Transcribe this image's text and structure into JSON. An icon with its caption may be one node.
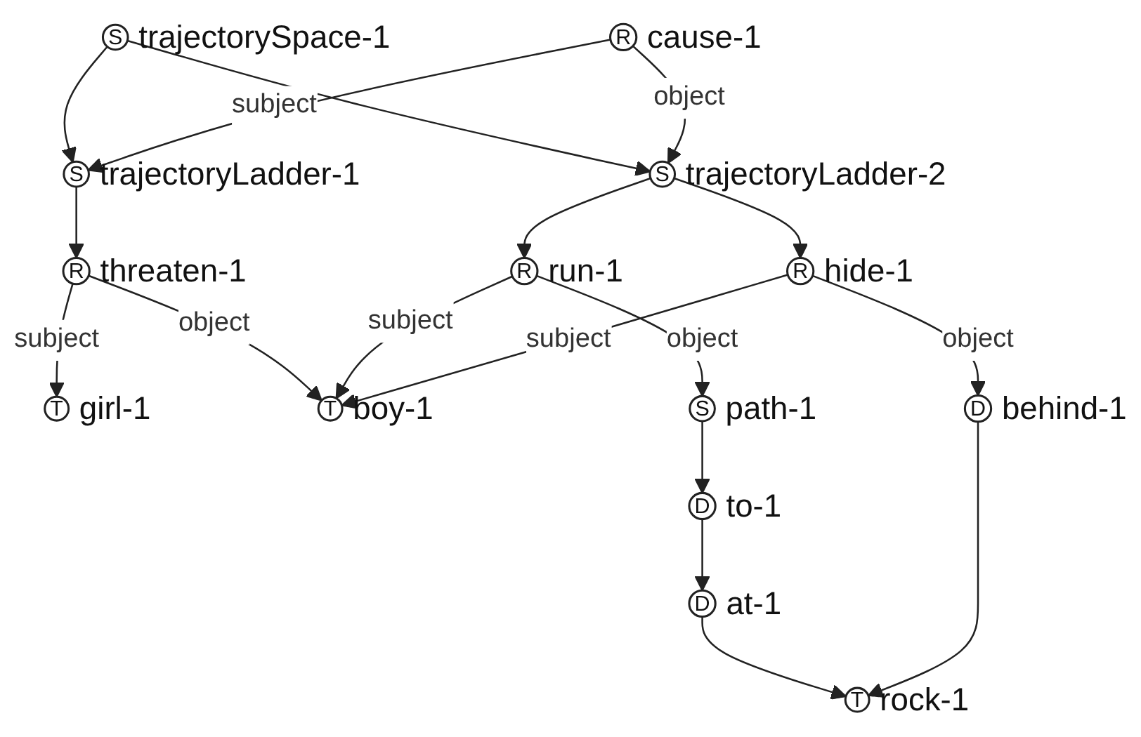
{
  "diagram": {
    "nodes": [
      {
        "text": [
          "S"
        ],
        "beside": [
          "trajectorySpace-1"
        ]
      },
      {
        "text": [
          "R"
        ],
        "beside": [
          "cause-1"
        ]
      },
      {
        "text": [
          "S"
        ],
        "beside": [
          "trajectoryLadder-1"
        ]
      },
      {
        "text": [
          "S"
        ],
        "beside": [
          "trajectoryLadder-2"
        ]
      },
      {
        "text": [
          "R"
        ],
        "beside": [
          "threaten-1"
        ]
      },
      {
        "text": [
          "R"
        ],
        "beside": [
          "run-1"
        ]
      },
      {
        "text": [
          "R"
        ],
        "beside": [
          "hide-1"
        ]
      },
      {
        "text": [
          "T"
        ],
        "beside": [
          "girl-1"
        ]
      },
      {
        "text": [
          "T"
        ],
        "beside": [
          "boy-1"
        ]
      },
      {
        "text": [
          "S"
        ],
        "beside": [
          "path-1"
        ]
      },
      {
        "text": [
          "D"
        ],
        "beside": [
          "behind-1"
        ]
      },
      {
        "text": [
          "D"
        ],
        "beside": [
          "to-1"
        ]
      },
      {
        "text": [
          "D"
        ],
        "beside": [
          "at-1"
        ]
      },
      {
        "text": [
          "T"
        ],
        "beside": [
          "rock-1"
        ]
      }
    ],
    "edges": [
      {
        "from": 0,
        "to": 2,
        "arrow": "to"
      },
      {
        "from": 0,
        "to": 3,
        "arrow": "to"
      },
      {
        "from": 1,
        "to": 2,
        "arrow": "to",
        "label": "subject"
      },
      {
        "from": 1,
        "to": 3,
        "arrow": "to",
        "label": "object"
      },
      {
        "from": 2,
        "to": 4,
        "arrow": "to"
      },
      {
        "from": 3,
        "to": 5,
        "arrow": "to"
      },
      {
        "from": 3,
        "to": 6,
        "arrow": "to"
      },
      {
        "from": 4,
        "to": 7,
        "arrow": "to",
        "label": "subject"
      },
      {
        "from": 4,
        "to": 8,
        "arrow": "to",
        "label": "object"
      },
      {
        "from": 5,
        "to": 8,
        "arrow": "to",
        "label": "subject"
      },
      {
        "from": 5,
        "to": 9,
        "arrow": "to",
        "label": "object"
      },
      {
        "from": 6,
        "to": 8,
        "arrow": "to",
        "label": "subject"
      },
      {
        "from": 6,
        "to": 10,
        "arrow": "to",
        "label": "object"
      },
      {
        "from": 9,
        "to": 11,
        "arrow": "to"
      },
      {
        "from": 11,
        "to": 12,
        "arrow": "to"
      },
      {
        "from": 12,
        "to": 13,
        "arrow": "to"
      },
      {
        "from": 10,
        "to": 13,
        "arrow": "to"
      }
    ]
  }
}
